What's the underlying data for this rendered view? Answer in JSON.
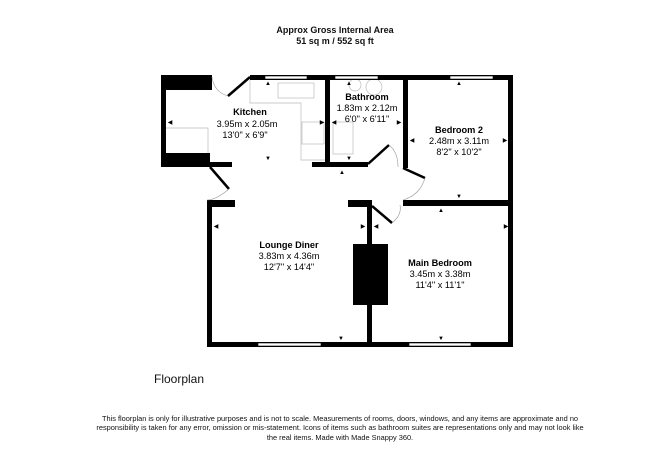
{
  "header": {
    "title": "Approx Gross Internal Area",
    "area": "51 sq m / 552 sq ft"
  },
  "rooms": [
    {
      "name": "Kitchen",
      "metric": "3.95m x 2.05m",
      "imperial": "13'0\" x 6'9\""
    },
    {
      "name": "Bathroom",
      "metric": "1.83m x 2.12m",
      "imperial": "6'0\" x 6'11\""
    },
    {
      "name": "Bedroom 2",
      "metric": "2.48m x 3.11m",
      "imperial": "8'2\" x 10'2\""
    },
    {
      "name": "Lounge Diner",
      "metric": "3.83m x 4.36m",
      "imperial": "12'7\" x 14'4\""
    },
    {
      "name": "Main Bedroom",
      "metric": "3.45m x 3.38m",
      "imperial": "11'4\" x 11'1\""
    }
  ],
  "floor_label": "Floorplan",
  "disclaimer": "This floorplan is only for illustrative purposes and is not to scale. Measurements of rooms, doors, windows, and any items are approximate and no responsibility is taken for any error, omission or mis-statement. Icons of items such as bathroom suites are representations only and may not look like the real items. Made with Made Snappy 360."
}
